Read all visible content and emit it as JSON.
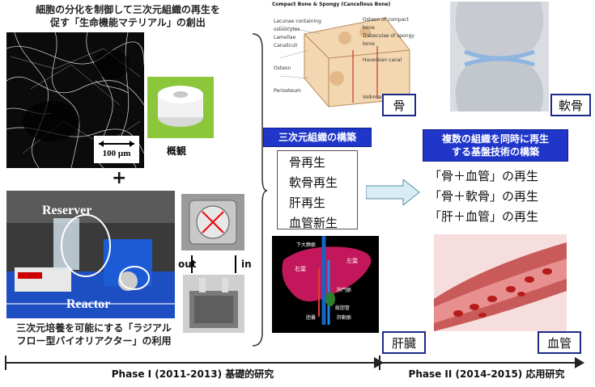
{
  "left_top": {
    "heading_line1": "細胞の分化を制御して三次元組織の再生を",
    "heading_line2": "促す「生命機能マテリアル」の創出",
    "scale_bar": "100 µm",
    "overview_label": "概観"
  },
  "plus_sign": "+",
  "reactor_photo": {
    "reserver_label": "Reserver",
    "reactor_label": "Reactor",
    "out_label": "out",
    "in_label": "in"
  },
  "left_bottom": {
    "caption_line1": "三次元培養を可能にする「ラジアル",
    "caption_line2": "フロー型バイオリアクター」の利用"
  },
  "bone_diagram": {
    "title": "Compact Bone & Spongy (Cancellous Bone)",
    "labels": [
      "Lacunae containing osteocytes",
      "Lamellae",
      "Canaliculi",
      "Osteon",
      "Periosteum",
      "Osteon of compact bone",
      "Trabeculae of spongy bone",
      "Haversian canal",
      "Volkmann's canal"
    ]
  },
  "tiles": {
    "bone": "骨",
    "cartilage": "軟骨",
    "liver": "肝臓",
    "vessel": "血管"
  },
  "phase1_box": {
    "header": "三次元組織の構築",
    "items": [
      "骨再生",
      "軟骨再生",
      "肝再生",
      "血管新生"
    ]
  },
  "phase2_box": {
    "header_line1": "複数の組織を同時に再生",
    "header_line2": "する基盤技術の構築",
    "items": [
      "「骨＋血管」の再生",
      "「骨＋軟骨」の再生",
      "「肝＋血管」の再生"
    ]
  },
  "liver_labels": [
    "右葉",
    "左葉",
    "下大静脈",
    "肝門脈",
    "胆嚢",
    "総胆管",
    "肝動脈"
  ],
  "timeline": {
    "phase1": "Phase I (2011-2013) 基礎的研究",
    "phase2": "Phase II (2014-2015) 応用研究"
  },
  "colors": {
    "accent_blue": "#1f36c9",
    "box_border": "#1c2a8a",
    "arrow_fill": "#d7edf3"
  }
}
